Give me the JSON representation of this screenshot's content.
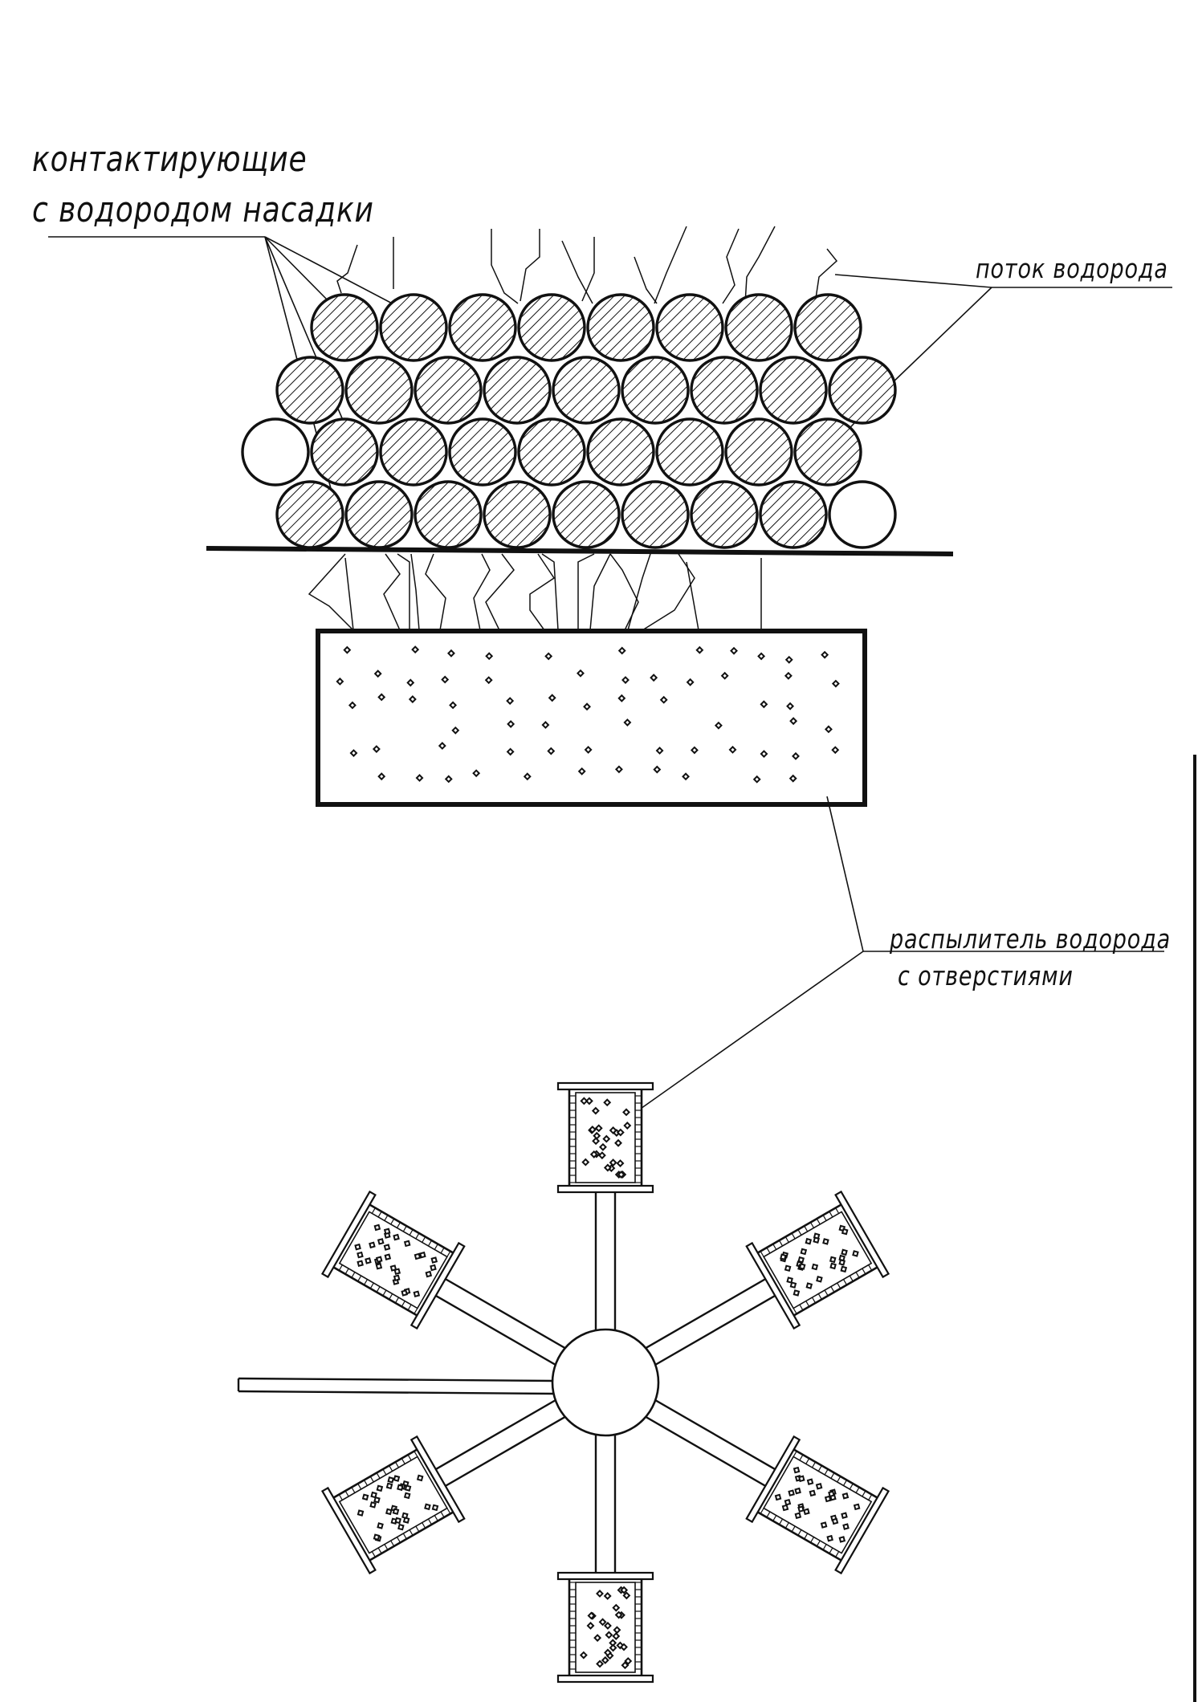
{
  "labels": {
    "packings_line1": "контактирующие",
    "packings_line2": "с водородом насадки",
    "hydrogen_flow": "поток водорода",
    "sprayer_line1": "распылитель водорода",
    "sprayer_line2": "с отверстиями"
  }
}
